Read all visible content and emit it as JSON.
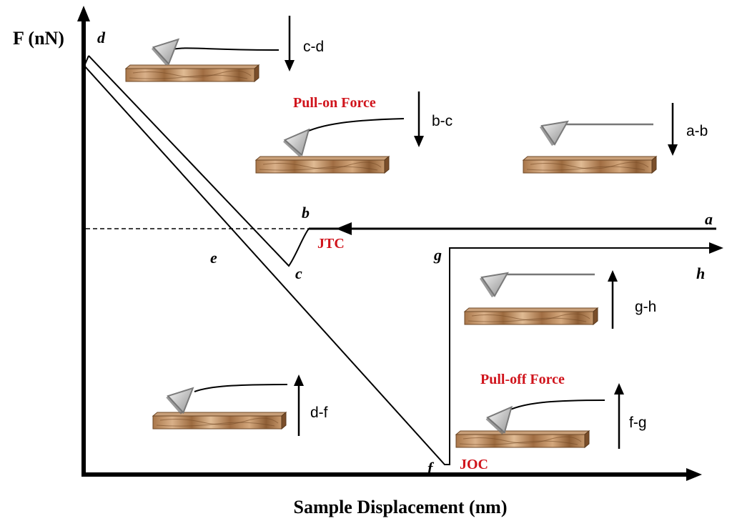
{
  "axes": {
    "y_title": "F (nN)",
    "x_title": "Sample Displacement (nm)"
  },
  "points": {
    "a": "a",
    "b": "b",
    "c": "c",
    "d": "d",
    "e": "e",
    "f": "f",
    "g": "g",
    "h": "h"
  },
  "annotations": {
    "jtc": "JTC",
    "joc": "JOC",
    "pull_on": "Pull-on Force",
    "pull_off": "Pull-off Force"
  },
  "steps": {
    "ab": "a-b",
    "bc": "b-c",
    "cd": "c-d",
    "df": "d-f",
    "fg": "f-g",
    "gh": "g-h"
  },
  "colors": {
    "accent_red": "#d0141c",
    "wood_light": "#d8a878",
    "wood_dark": "#8a5a30"
  }
}
